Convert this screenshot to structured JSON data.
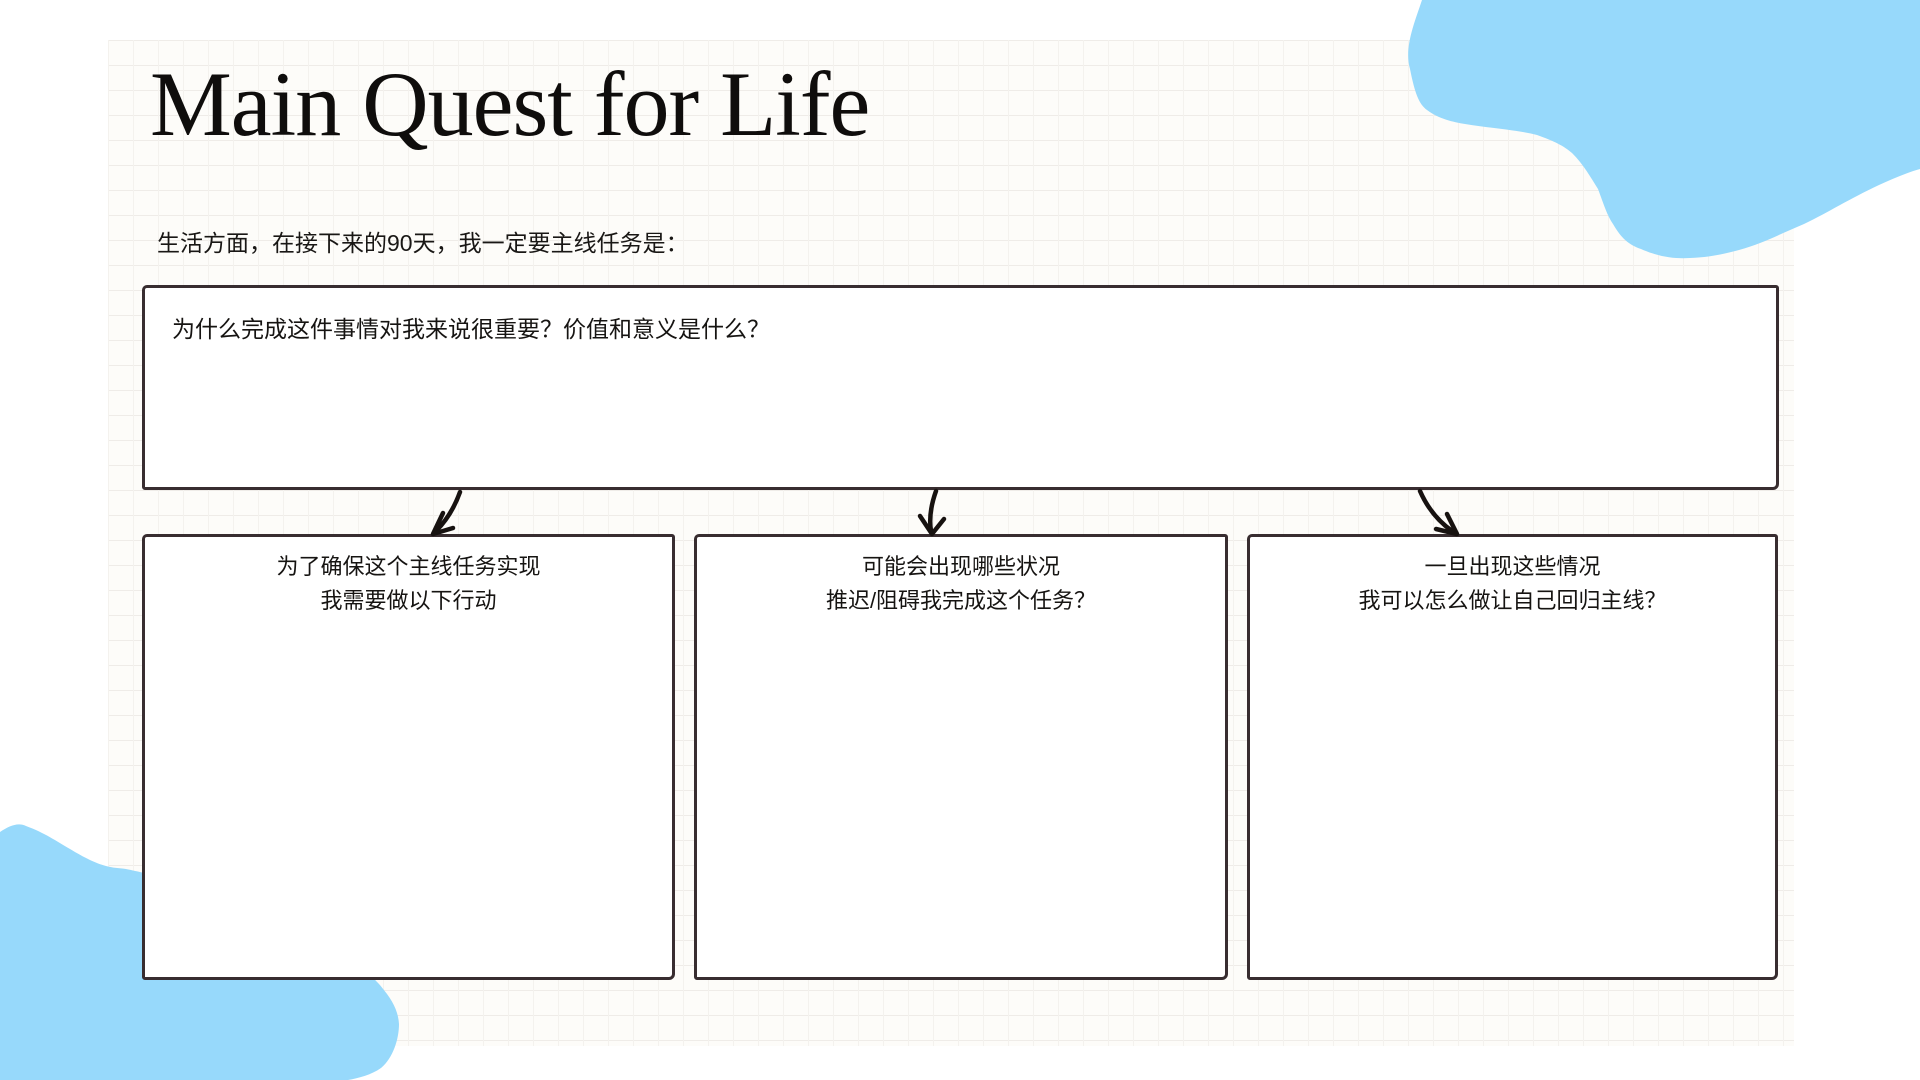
{
  "header": {
    "title": "Main Quest for Life",
    "subtitle": "生活方面，在接下来的90天，我一定要主线任务是："
  },
  "main_box": {
    "question": "为什么完成这件事情对我来说很重要？价值和意义是什么？"
  },
  "sub_boxes": [
    {
      "title_line1": "为了确保这个主线任务实现",
      "title_line2": "我需要做以下行动"
    },
    {
      "title_line1": "可能会出现哪些状况",
      "title_line2": "推迟/阻碍我完成这个任务？"
    },
    {
      "title_line1": "一旦出现这些情况",
      "title_line2": "我可以怎么做让自己回归主线？"
    }
  ],
  "icons": {
    "arrow_left": "curved-arrow-down-left-icon",
    "arrow_middle": "curved-arrow-down-icon",
    "arrow_right": "curved-arrow-down-right-icon"
  },
  "colors": {
    "accent_blue": "#97D9FB",
    "ink": "#171210",
    "box_border": "#382D30"
  }
}
